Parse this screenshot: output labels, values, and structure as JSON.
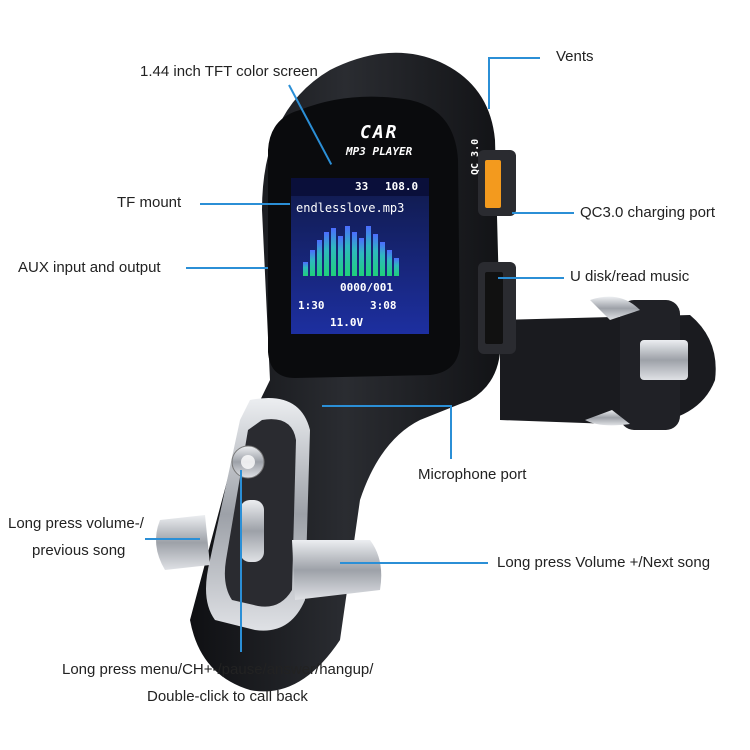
{
  "device": {
    "brand_line1": "CAR",
    "brand_line2": "MP3 PLAYER",
    "qc_label": "QC 3.0",
    "screen": {
      "volume": "33",
      "frequency": "108.0",
      "filename": "endlesslove.mp3",
      "track_counter": "0000/001",
      "elapsed": "1:30",
      "total": "3:08",
      "voltage": "11.0V"
    }
  },
  "callouts": {
    "tft_screen": "1.44 inch TFT color screen",
    "vents": "Vents",
    "tf_mount": "TF mount",
    "qc_port": "QC3.0 charging port",
    "aux": "AUX input and output",
    "u_disk": "U disk/read music",
    "microphone": "Microphone port",
    "vol_minus_line1": "Long press volume-/",
    "vol_minus_line2": "previous song",
    "vol_plus": "Long press Volume +/Next song",
    "menu_line1": "Long press menu/CH+-/pause/answer/hangup/",
    "menu_line2": "Double-click to call back"
  },
  "colors": {
    "callout_line": "#2b8fd6",
    "body_dark": "#1c1d21",
    "screen_bg": "#1a2a8a",
    "usb_orange": "#f39a1e",
    "metal": "#b9bcc2"
  }
}
